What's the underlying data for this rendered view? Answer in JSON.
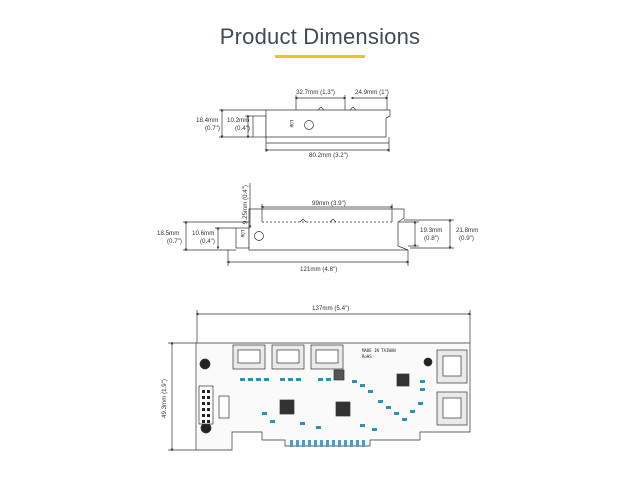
{
  "header": {
    "title": "Product Dimensions",
    "accent_color": "#f2c21b"
  },
  "bracket_top": {
    "dim_a": "32.7mm (1.3\")",
    "dim_b": "24.9mm (1\")",
    "height_mm": "18.4mm",
    "height_in": "(0.7\")",
    "tab_mm": "10.2mm",
    "tab_in": "(0.4\")",
    "length": "80.2mm (3.2\")",
    "mark": "LOW"
  },
  "bracket_full": {
    "hole": "9.25mm (0.4\")",
    "slot": "99mm (3.9\")",
    "height_mm": "18.5mm",
    "height_in": "(0.7\")",
    "tab_mm": "10.6mm",
    "tab_in": "(0.4\")",
    "right_mm": "19.3mm",
    "right_in": "(0.8\")",
    "outer_mm": "21.8mm",
    "outer_in": "(0.9\")",
    "length": "121mm (4.8\")",
    "mark": "LOW"
  },
  "card": {
    "width": "137mm (5.4\")",
    "height": "49.3mm (1.9\")",
    "silk_1": "MADE IN TAIWAN",
    "silk_2": "RoHS"
  }
}
